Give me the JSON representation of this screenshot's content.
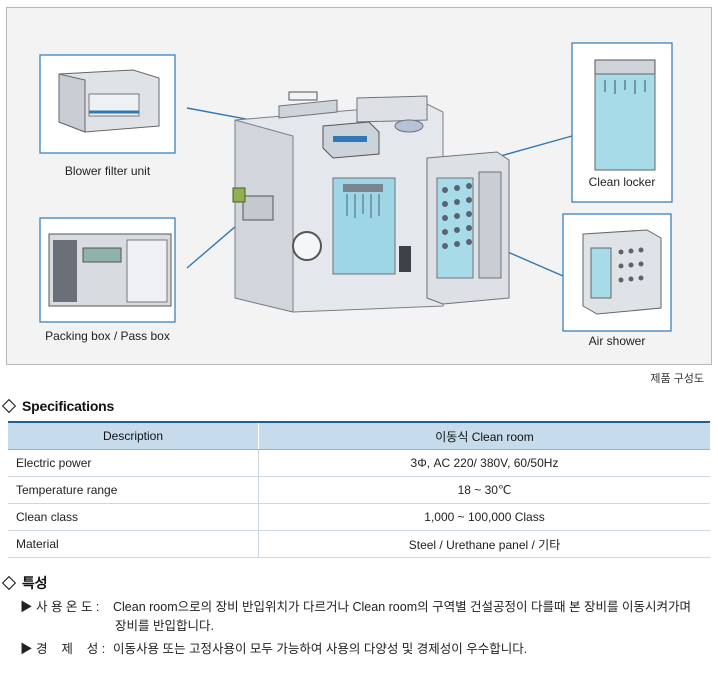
{
  "figure": {
    "labels": {
      "blower": "Blower filter unit",
      "packing": "Packing box / Pass box",
      "locker": "Clean locker",
      "shower": "Air shower"
    },
    "caption": "제품 구성도",
    "colors": {
      "frame": "#2f78b5",
      "glass": "#a8dbe8",
      "panel": "#e6e9ee"
    }
  },
  "specs": {
    "title": "Specifications",
    "headers": [
      "Description",
      "이동식 Clean room"
    ],
    "rows": [
      [
        "Electric power",
        "3Φ, AC 220/ 380V, 60/50Hz"
      ],
      [
        "Temperature range",
        "18 ~ 30℃"
      ],
      [
        "Clean class",
        "1,000 ~ 100,000 Class"
      ],
      [
        "Material",
        "Steel / Urethane panel / 기타"
      ]
    ]
  },
  "features": {
    "title": "특성",
    "items": [
      {
        "label": "▶ 사 용 온 도 :",
        "text": "Clean room으로의 장비 반입위치가 다르거나 Clean room의 구역별 건설공정이 다를때 본 장비를 이동시켜가며",
        "cont": "장비를 반입합니다."
      },
      {
        "label": "▶ 경    제    성 :",
        "text": "이동사용 또는 고정사용이 모두 가능하여 사용의 다양성 및 경제성이 우수합니다."
      }
    ]
  }
}
